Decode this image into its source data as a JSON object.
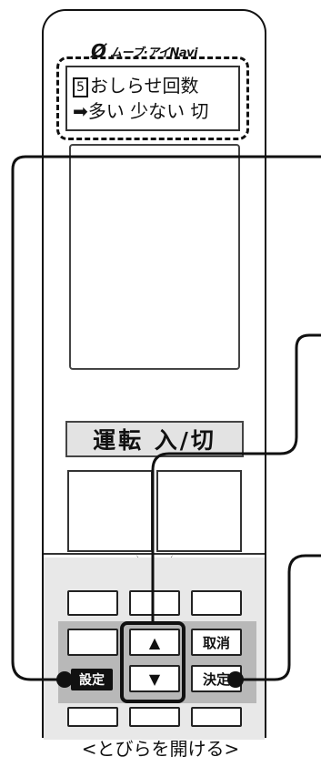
{
  "logo": {
    "mark": "Ø",
    "text": "ムーブ·アイNavi"
  },
  "lcd": {
    "number": "5",
    "line1": "おしらせ回数",
    "line2": "➡多い 少ない 切"
  },
  "run_button": {
    "label": "運転 入/切"
  },
  "keys": {
    "cancel": "取消",
    "setting": "設定",
    "confirm": "決定",
    "up": "▲",
    "down": "▼"
  },
  "caption": "<とびらを開ける>"
}
